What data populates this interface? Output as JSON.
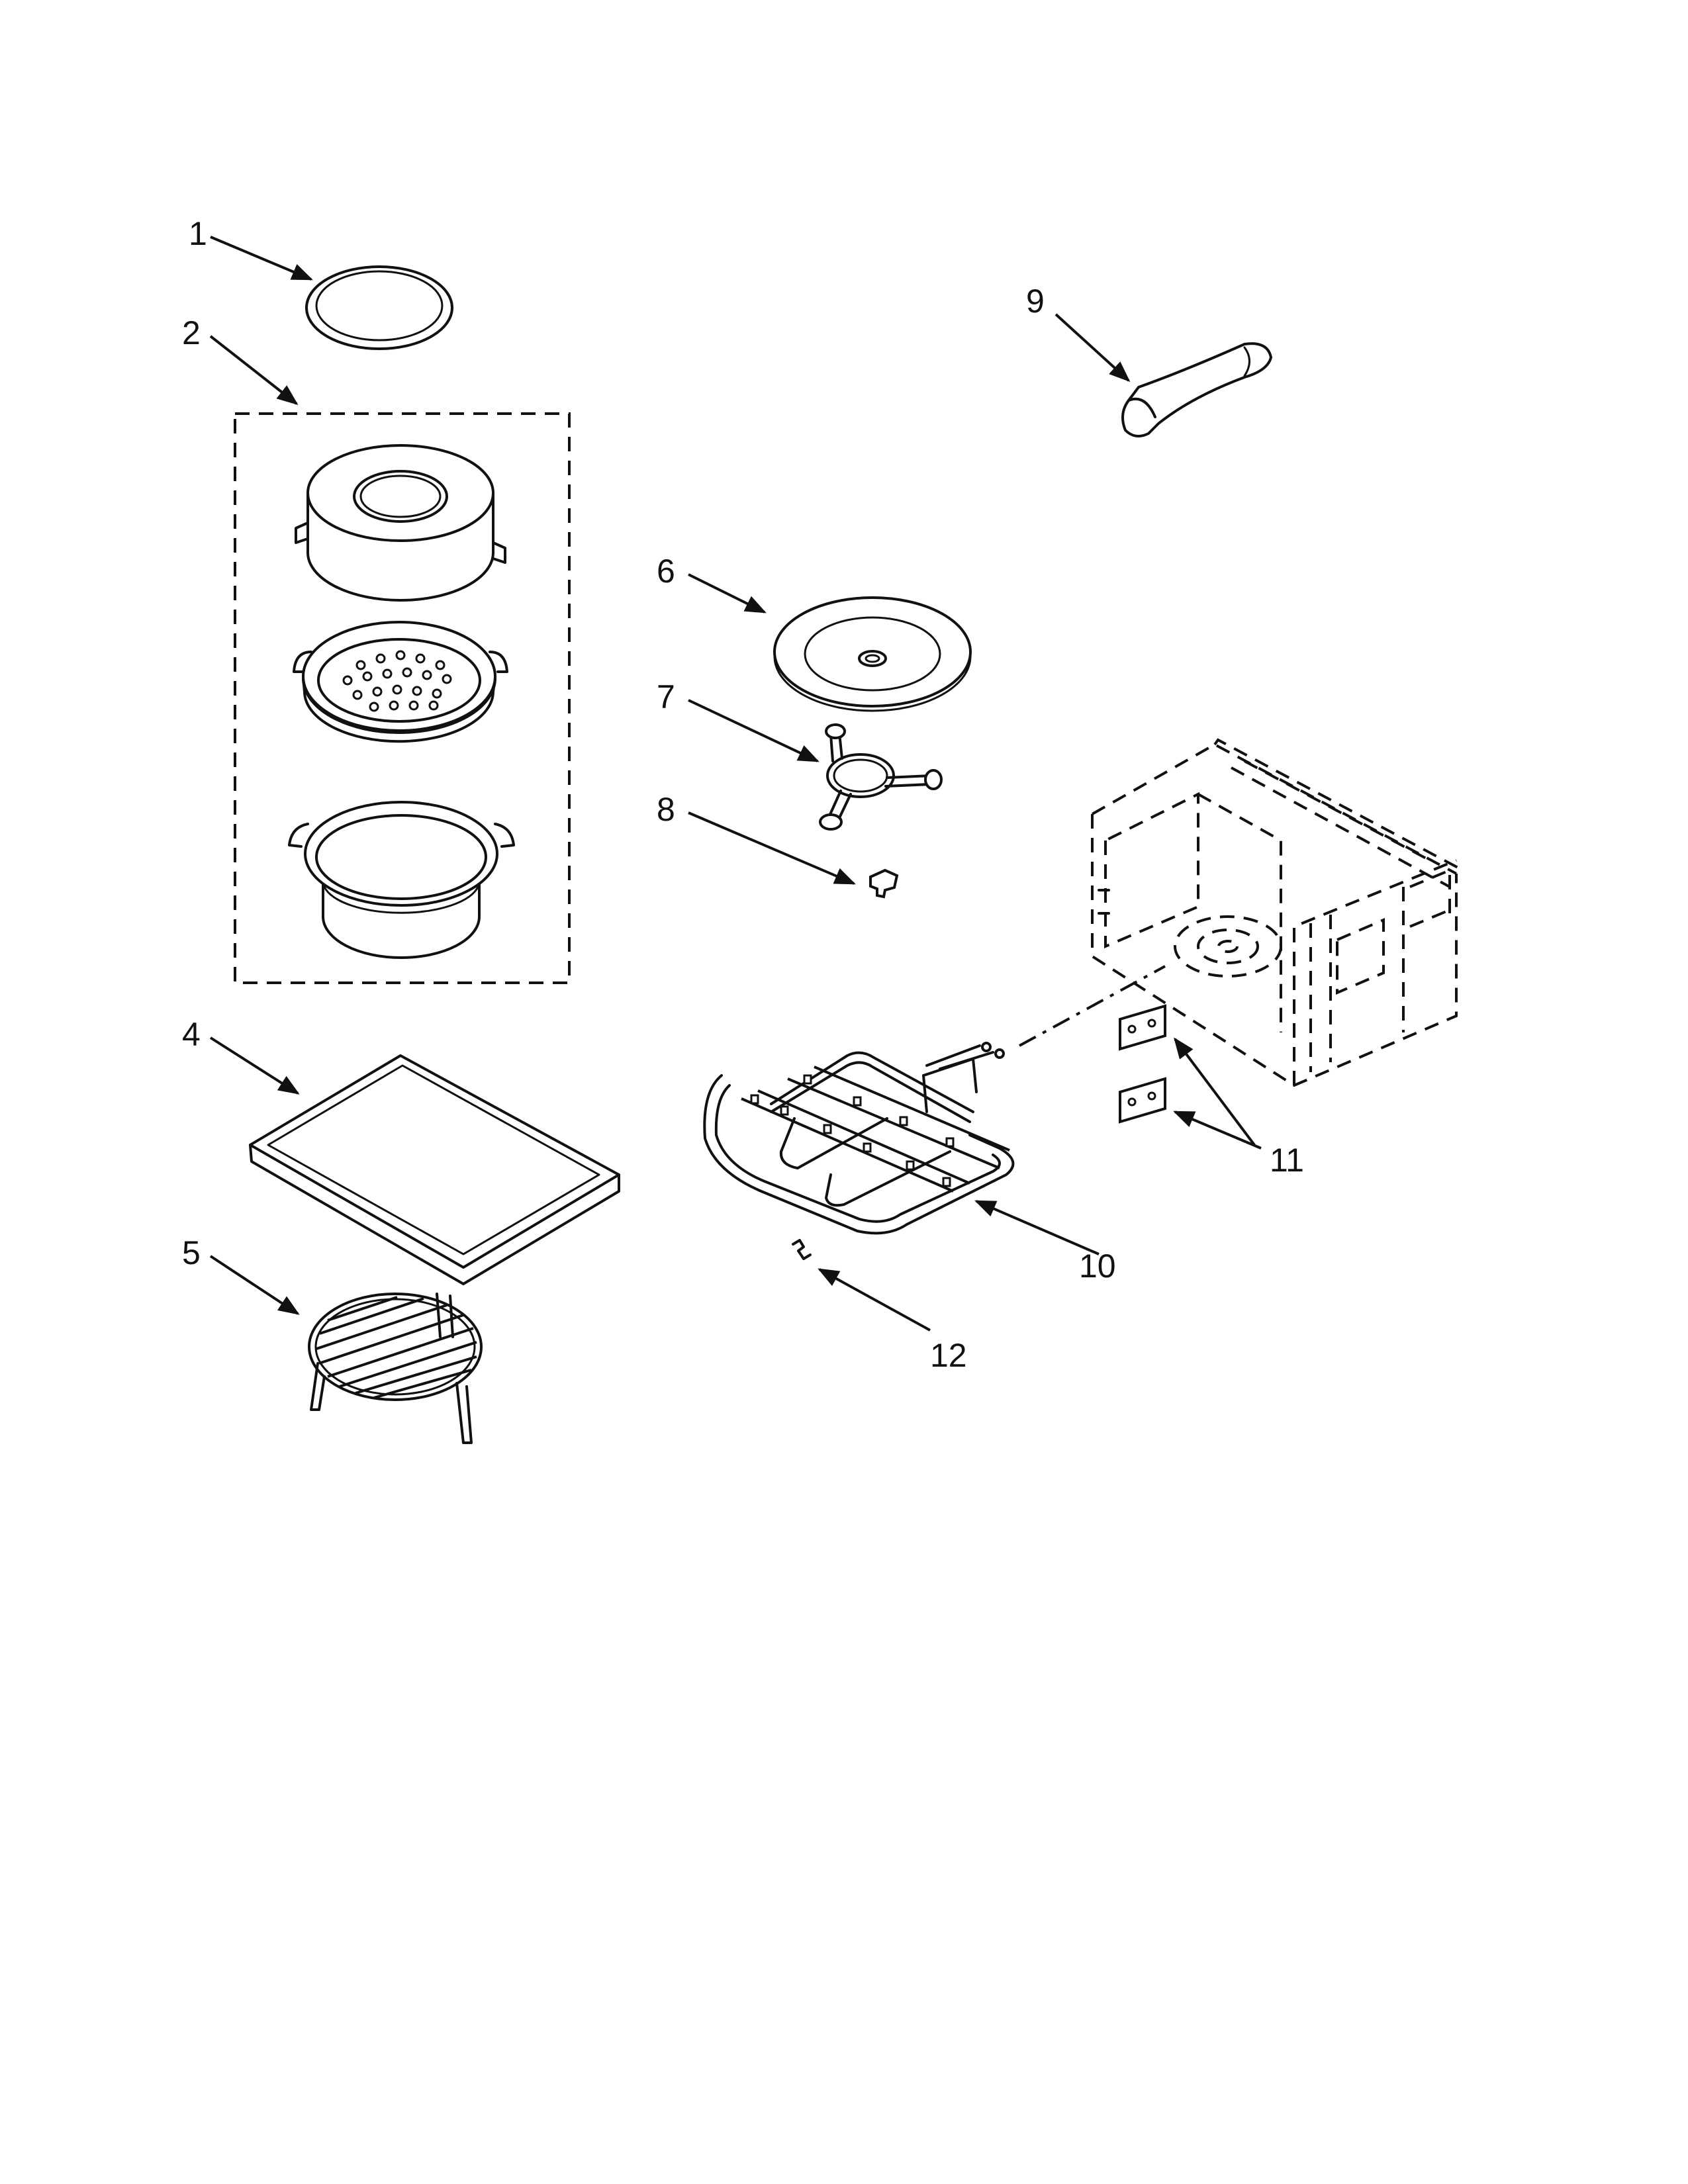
{
  "callouts": [
    {
      "id": "1",
      "label": "1"
    },
    {
      "id": "2",
      "label": "2"
    },
    {
      "id": "4",
      "label": "4"
    },
    {
      "id": "5",
      "label": "5"
    },
    {
      "id": "6",
      "label": "6"
    },
    {
      "id": "7",
      "label": "7"
    },
    {
      "id": "8",
      "label": "8"
    },
    {
      "id": "9",
      "label": "9"
    },
    {
      "id": "10",
      "label": "10"
    },
    {
      "id": "11",
      "label": "11"
    },
    {
      "id": "12",
      "label": "12"
    }
  ],
  "colors": {
    "ink": "#111111",
    "paper": "#ffffff",
    "screen": "#cfcfcf"
  }
}
